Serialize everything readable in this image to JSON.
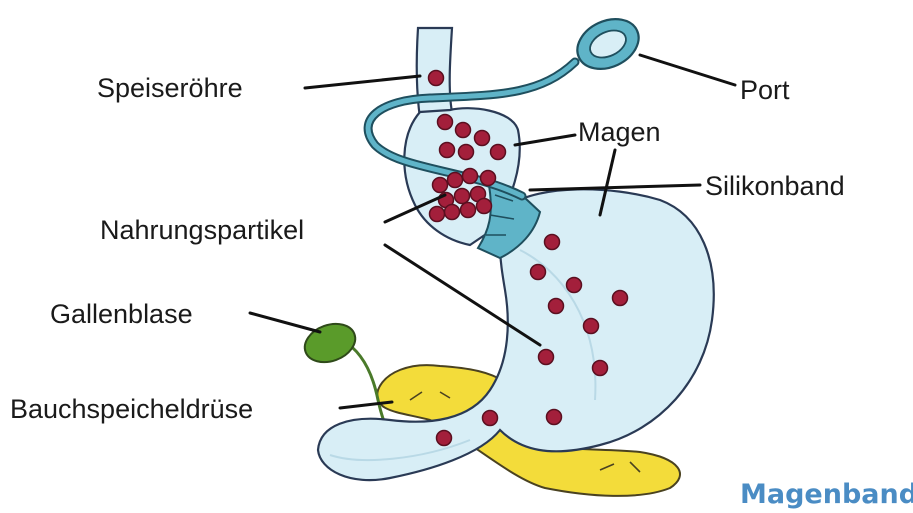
{
  "labels": {
    "esophagus": "Speiseröhre",
    "port": "Port",
    "stomach": "Magen",
    "band": "Silikonband",
    "food": "Nahrungspartikel",
    "gallbladder": "Gallenblase",
    "pancreas": "Bauchspeicheldrüse"
  },
  "title": "Magenband",
  "colors": {
    "organ_fill": "#d8eef6",
    "band_color": "#5fb4c8",
    "particle": "#a31f3b",
    "pancreas": "#f3dc3a",
    "gallbladder": "#5a9b2a",
    "title": "#4a8cc4"
  }
}
